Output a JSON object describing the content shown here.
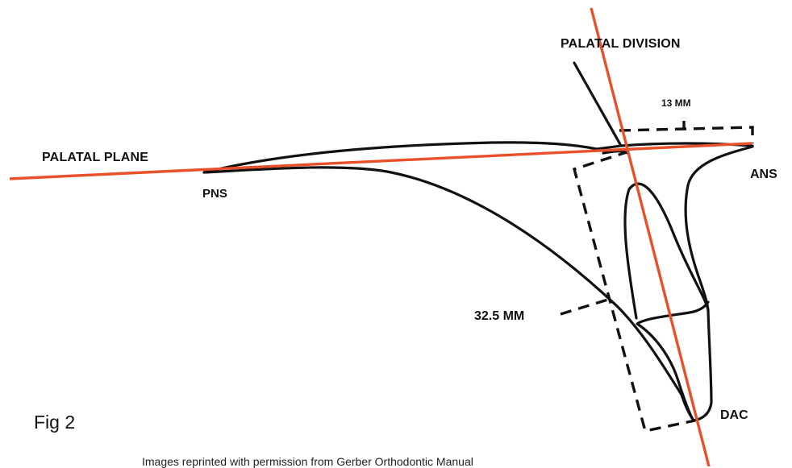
{
  "labels": {
    "palatal_division": "PALATAL DIVISION",
    "measure_13": "13 MM",
    "palatal_plane": "PALATAL PLANE",
    "ans": "ANS",
    "pns": "PNS",
    "measure_32": "32.5 MM",
    "dac": "DAC",
    "fig": "Fig 2",
    "credit": "Images reprinted with permission from Gerber Orthodontic Manual"
  },
  "colors": {
    "reference_line": "#e8502a",
    "outline": "#111111"
  }
}
